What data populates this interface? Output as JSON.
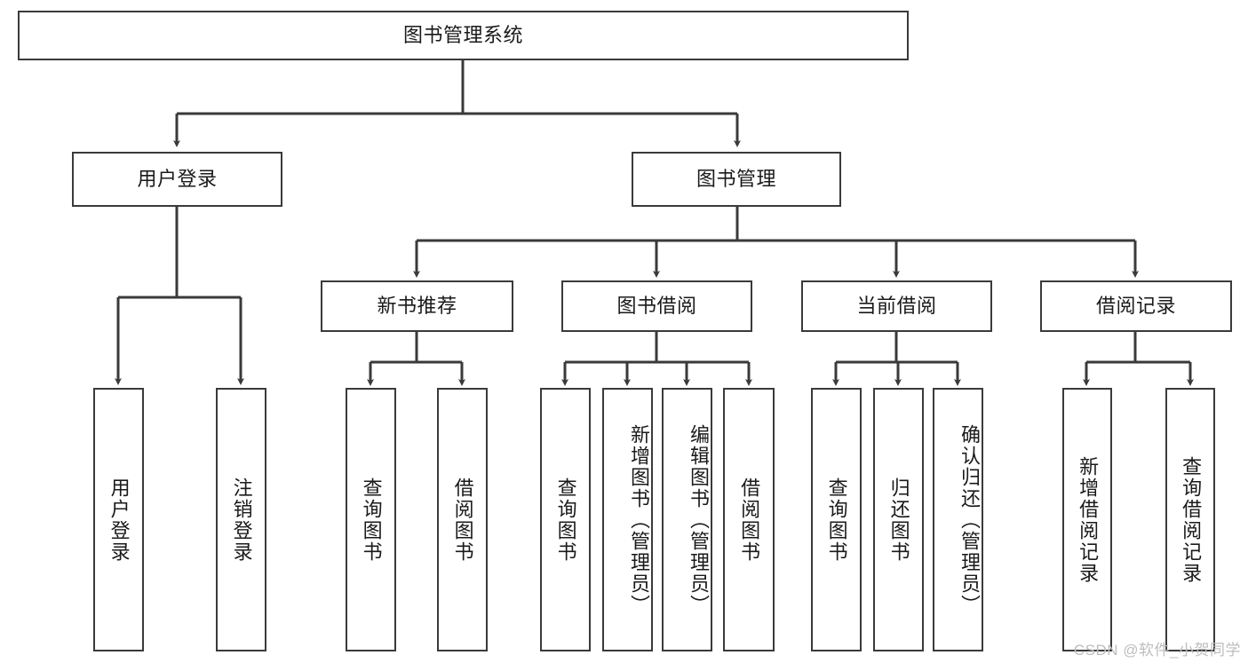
{
  "diagram": {
    "type": "tree-hierarchy",
    "title": "图书管理系统",
    "orientation": "top-down",
    "colors": {
      "box_border": "#3a3a3a",
      "box_fill": "#ffffff",
      "connector": "#3a3a3a",
      "text": "#1a1a1a",
      "watermark": "#bdbdbd",
      "background": "#ffffff"
    },
    "root": {
      "label": "图书管理系统"
    },
    "level2": [
      {
        "label": "用户登录"
      },
      {
        "label": "图书管理"
      }
    ],
    "level3": [
      {
        "label": "新书推荐"
      },
      {
        "label": "图书借阅"
      },
      {
        "label": "当前借阅"
      },
      {
        "label": "借阅记录"
      }
    ],
    "leaves_user_login": [
      {
        "label": "用户登录"
      },
      {
        "label": "注销登录"
      }
    ],
    "leaves_new_book": [
      {
        "label": "查询图书"
      },
      {
        "label": "借阅图书"
      }
    ],
    "leaves_borrow": [
      {
        "label": "查询图书"
      },
      {
        "label": "新增图书（管理员）"
      },
      {
        "label": "编辑图书（管理员）"
      },
      {
        "label": "借阅图书"
      }
    ],
    "leaves_current": [
      {
        "label": "查询图书"
      },
      {
        "label": "归还图书"
      },
      {
        "label": "确认归还（管理员）"
      }
    ],
    "leaves_records": [
      {
        "label": "新增借阅记录"
      },
      {
        "label": "查询借阅记录"
      }
    ]
  },
  "watermark": {
    "text": "CSDN @软件_小贺同学"
  }
}
